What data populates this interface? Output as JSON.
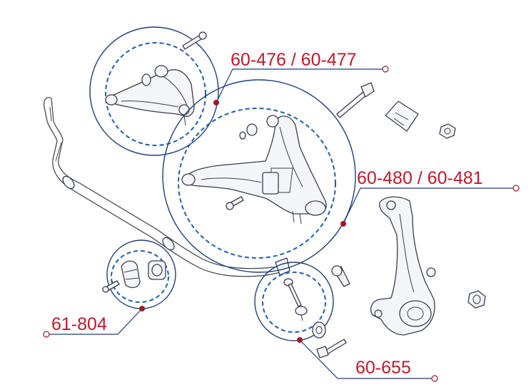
{
  "labels": {
    "upper_arm": "60-476 / 60-477",
    "lower_arm": "60-480 / 60-481",
    "sway_bar_bushing": "61-804",
    "sway_bar_link": "60-655"
  },
  "colors": {
    "label_text": "#c0192b",
    "callout_circle": "#1e3f7a",
    "callout_dashed": "#1f5fa8",
    "line_art": "#3a3d4c",
    "marker_dot": "#9b1b2b"
  }
}
